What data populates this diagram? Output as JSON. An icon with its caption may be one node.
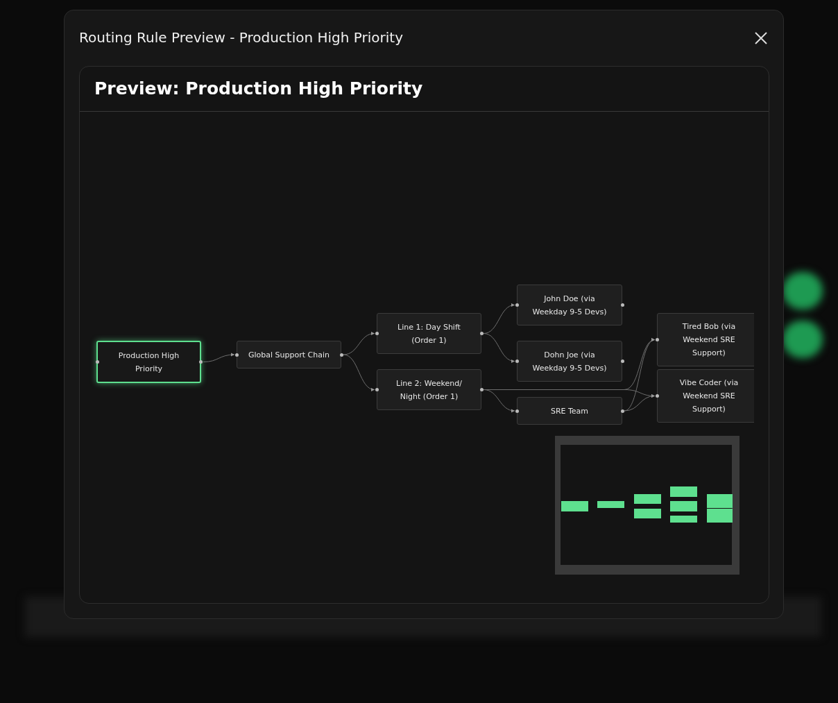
{
  "diagram": {
    "title": "Routing Rule Preview - Production High Priority",
    "nodes": [
      {
        "text": [
          "Production High Priority"
        ]
      },
      {
        "text": [
          "Global Support Chain"
        ]
      },
      {
        "text": [
          "Line 1: Day Shift (Order 1)"
        ]
      },
      {
        "text": [
          "Line 2: Weekend/ Night (Order 1)"
        ]
      },
      {
        "text": [
          "John Doe (via Weekday 9-5 Devs)"
        ]
      },
      {
        "text": [
          "Dohn Joe (via Weekday 9-5 Devs)"
        ]
      },
      {
        "text": [
          "SRE Team"
        ]
      },
      {
        "text": [
          "Tired Bob (via Weekend SRE Support)"
        ]
      },
      {
        "text": [
          "Vibe Coder (via Weekend SRE Support)"
        ]
      }
    ],
    "edges": [
      {
        "from": 0,
        "to": 1,
        "arrow": "to"
      },
      {
        "from": 1,
        "to": 2,
        "arrow": "to"
      },
      {
        "from": 1,
        "to": 3,
        "arrow": "to"
      },
      {
        "from": 2,
        "to": 4,
        "arrow": "to"
      },
      {
        "from": 2,
        "to": 5,
        "arrow": "to"
      },
      {
        "from": 3,
        "to": 6,
        "arrow": "to"
      },
      {
        "from": 3,
        "to": 7,
        "arrow": "to"
      },
      {
        "from": 3,
        "to": 8,
        "arrow": "to"
      },
      {
        "from": 6,
        "to": 7,
        "arrow": "to"
      },
      {
        "from": 6,
        "to": 8,
        "arrow": "to"
      }
    ],
    "labels": [
      "Preview: Production High Priority"
    ]
  }
}
